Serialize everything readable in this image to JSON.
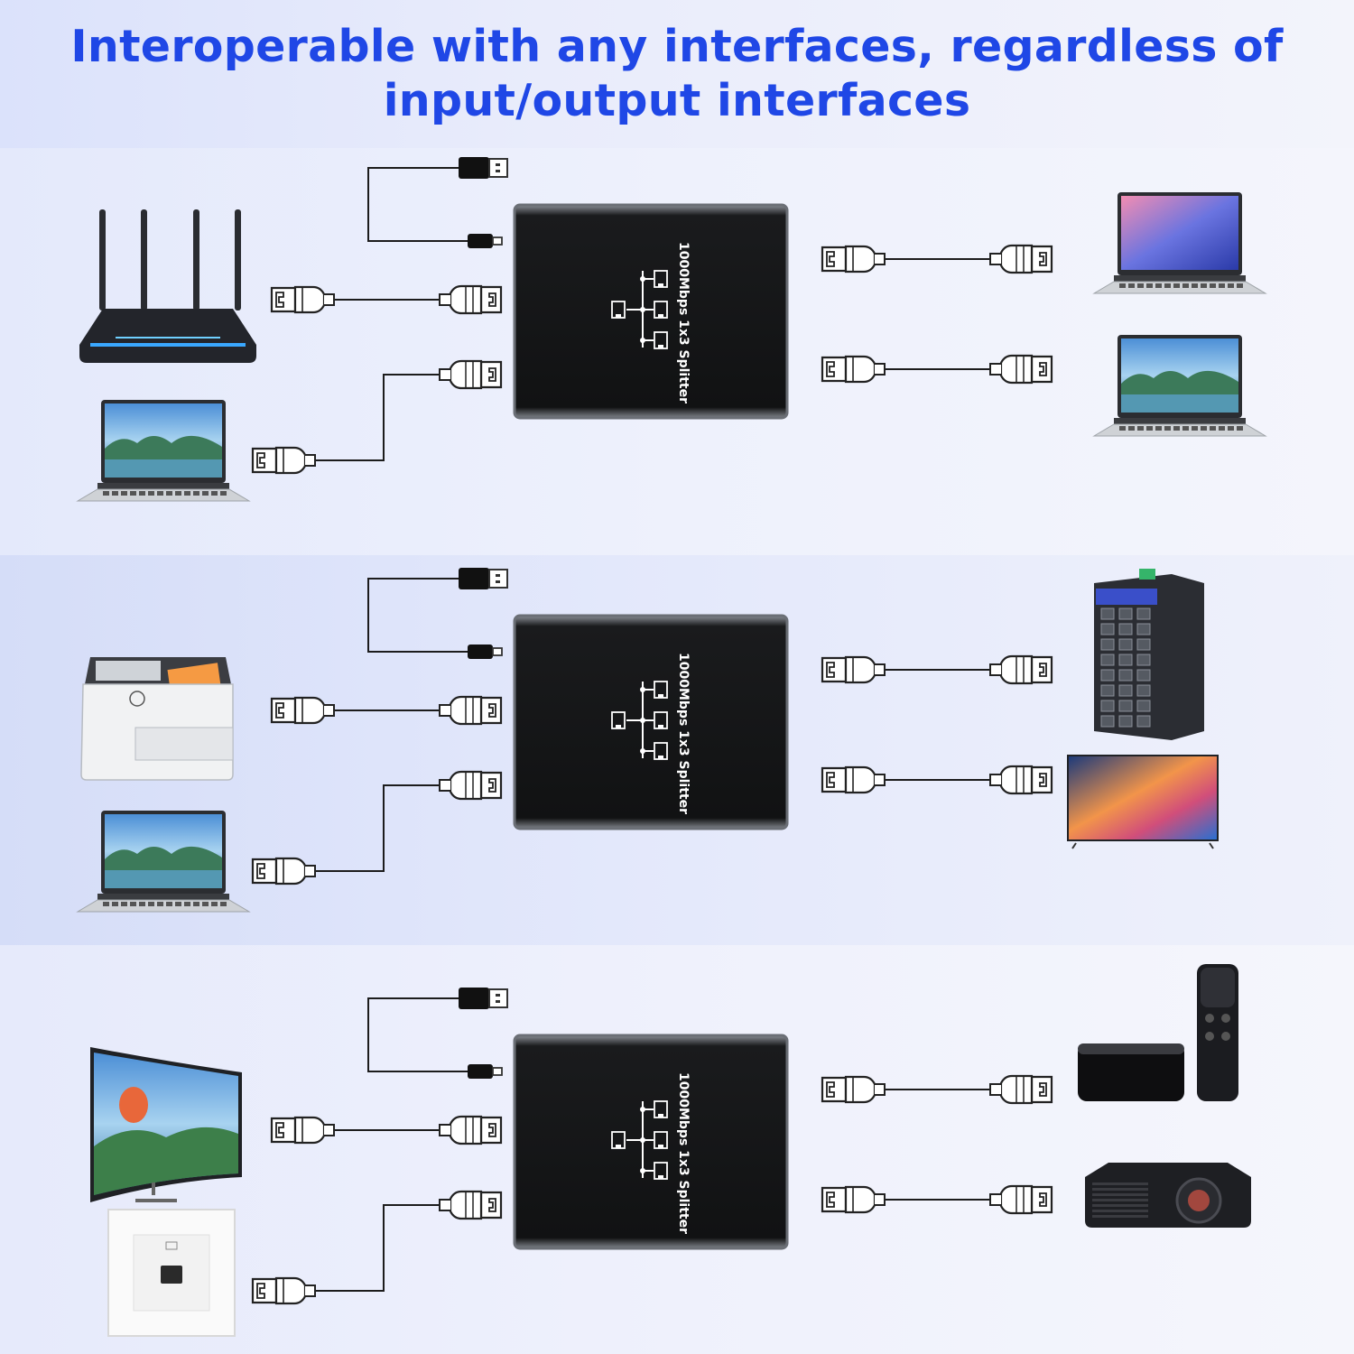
{
  "header": {
    "title_line1": "Interoperable with any interfaces, regardless of",
    "title_line2": "input/output interfaces"
  },
  "colors": {
    "title": "#1f47e6",
    "splitter_body": "#0b0b0c",
    "splitter_rim": "#6b6f76",
    "cable": "#1c1c1c"
  },
  "splitter_label": "1000Mbps 1x3 Splitter",
  "panels": [
    {
      "left_devices": [
        "router-icon",
        "laptop-icon"
      ],
      "right_devices": [
        "laptop-icon",
        "laptop-icon"
      ]
    },
    {
      "left_devices": [
        "printer-icon",
        "laptop-icon"
      ],
      "right_devices": [
        "network-switch-icon",
        "tv-icon"
      ]
    },
    {
      "left_devices": [
        "curved-monitor-icon",
        "wall-ethernet-socket-icon"
      ],
      "right_devices": [
        "streaming-box-icon",
        "projector-icon"
      ]
    }
  ]
}
